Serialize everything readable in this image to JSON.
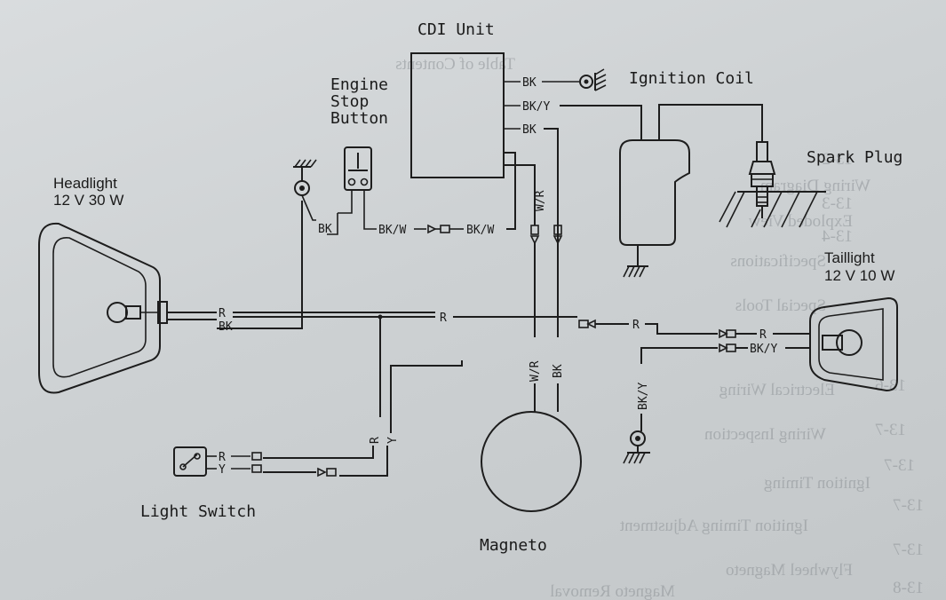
{
  "components": {
    "cdi_unit": "CDI Unit",
    "ignition_coil": "Ignition Coil",
    "engine_stop_button": [
      "Engine",
      "Stop",
      "Button"
    ],
    "spark_plug": "Spark Plug",
    "headlight": [
      "Headlight",
      "12 V 30 W"
    ],
    "taillight": [
      "Taillight",
      "12 V 10 W"
    ],
    "light_switch": "Light Switch",
    "magneto": "Magneto"
  },
  "wire_labels": {
    "cdi_bk_top": "BK",
    "cdi_bky": "BK/Y",
    "cdi_bk_bottom": "BK",
    "stop_bk": "BK",
    "stop_bkw": "BK/W",
    "cdi_bkw": "BK/W",
    "wr_upper": "W/R",
    "headlight_r": "R",
    "headlight_bk": "BK",
    "main_r": "R",
    "tail_feed_r": "R",
    "tail_r": "R",
    "tail_bky": "BK/Y",
    "ground_bky": "BK/Y",
    "mag_wr": "W/R",
    "mag_bk": "BK",
    "switch_r": "R",
    "switch_y": "Y",
    "switch_out_r": "R",
    "switch_out_y": "Y"
  },
  "background_text": [
    "Table of Contents",
    "13-2",
    "Wiring Diagram",
    "13-3",
    "Exploded View",
    "13-4",
    "Specifications",
    "Special Tools",
    "Electrical Wiring",
    "13-6",
    "Wiring Inspection",
    "13-7",
    "Ignition Timing",
    "13-7",
    "Ignition Timing Adjustment",
    "13-7",
    "Flywheel Magneto",
    "13-7",
    "Magneto Removal",
    "13-8"
  ]
}
